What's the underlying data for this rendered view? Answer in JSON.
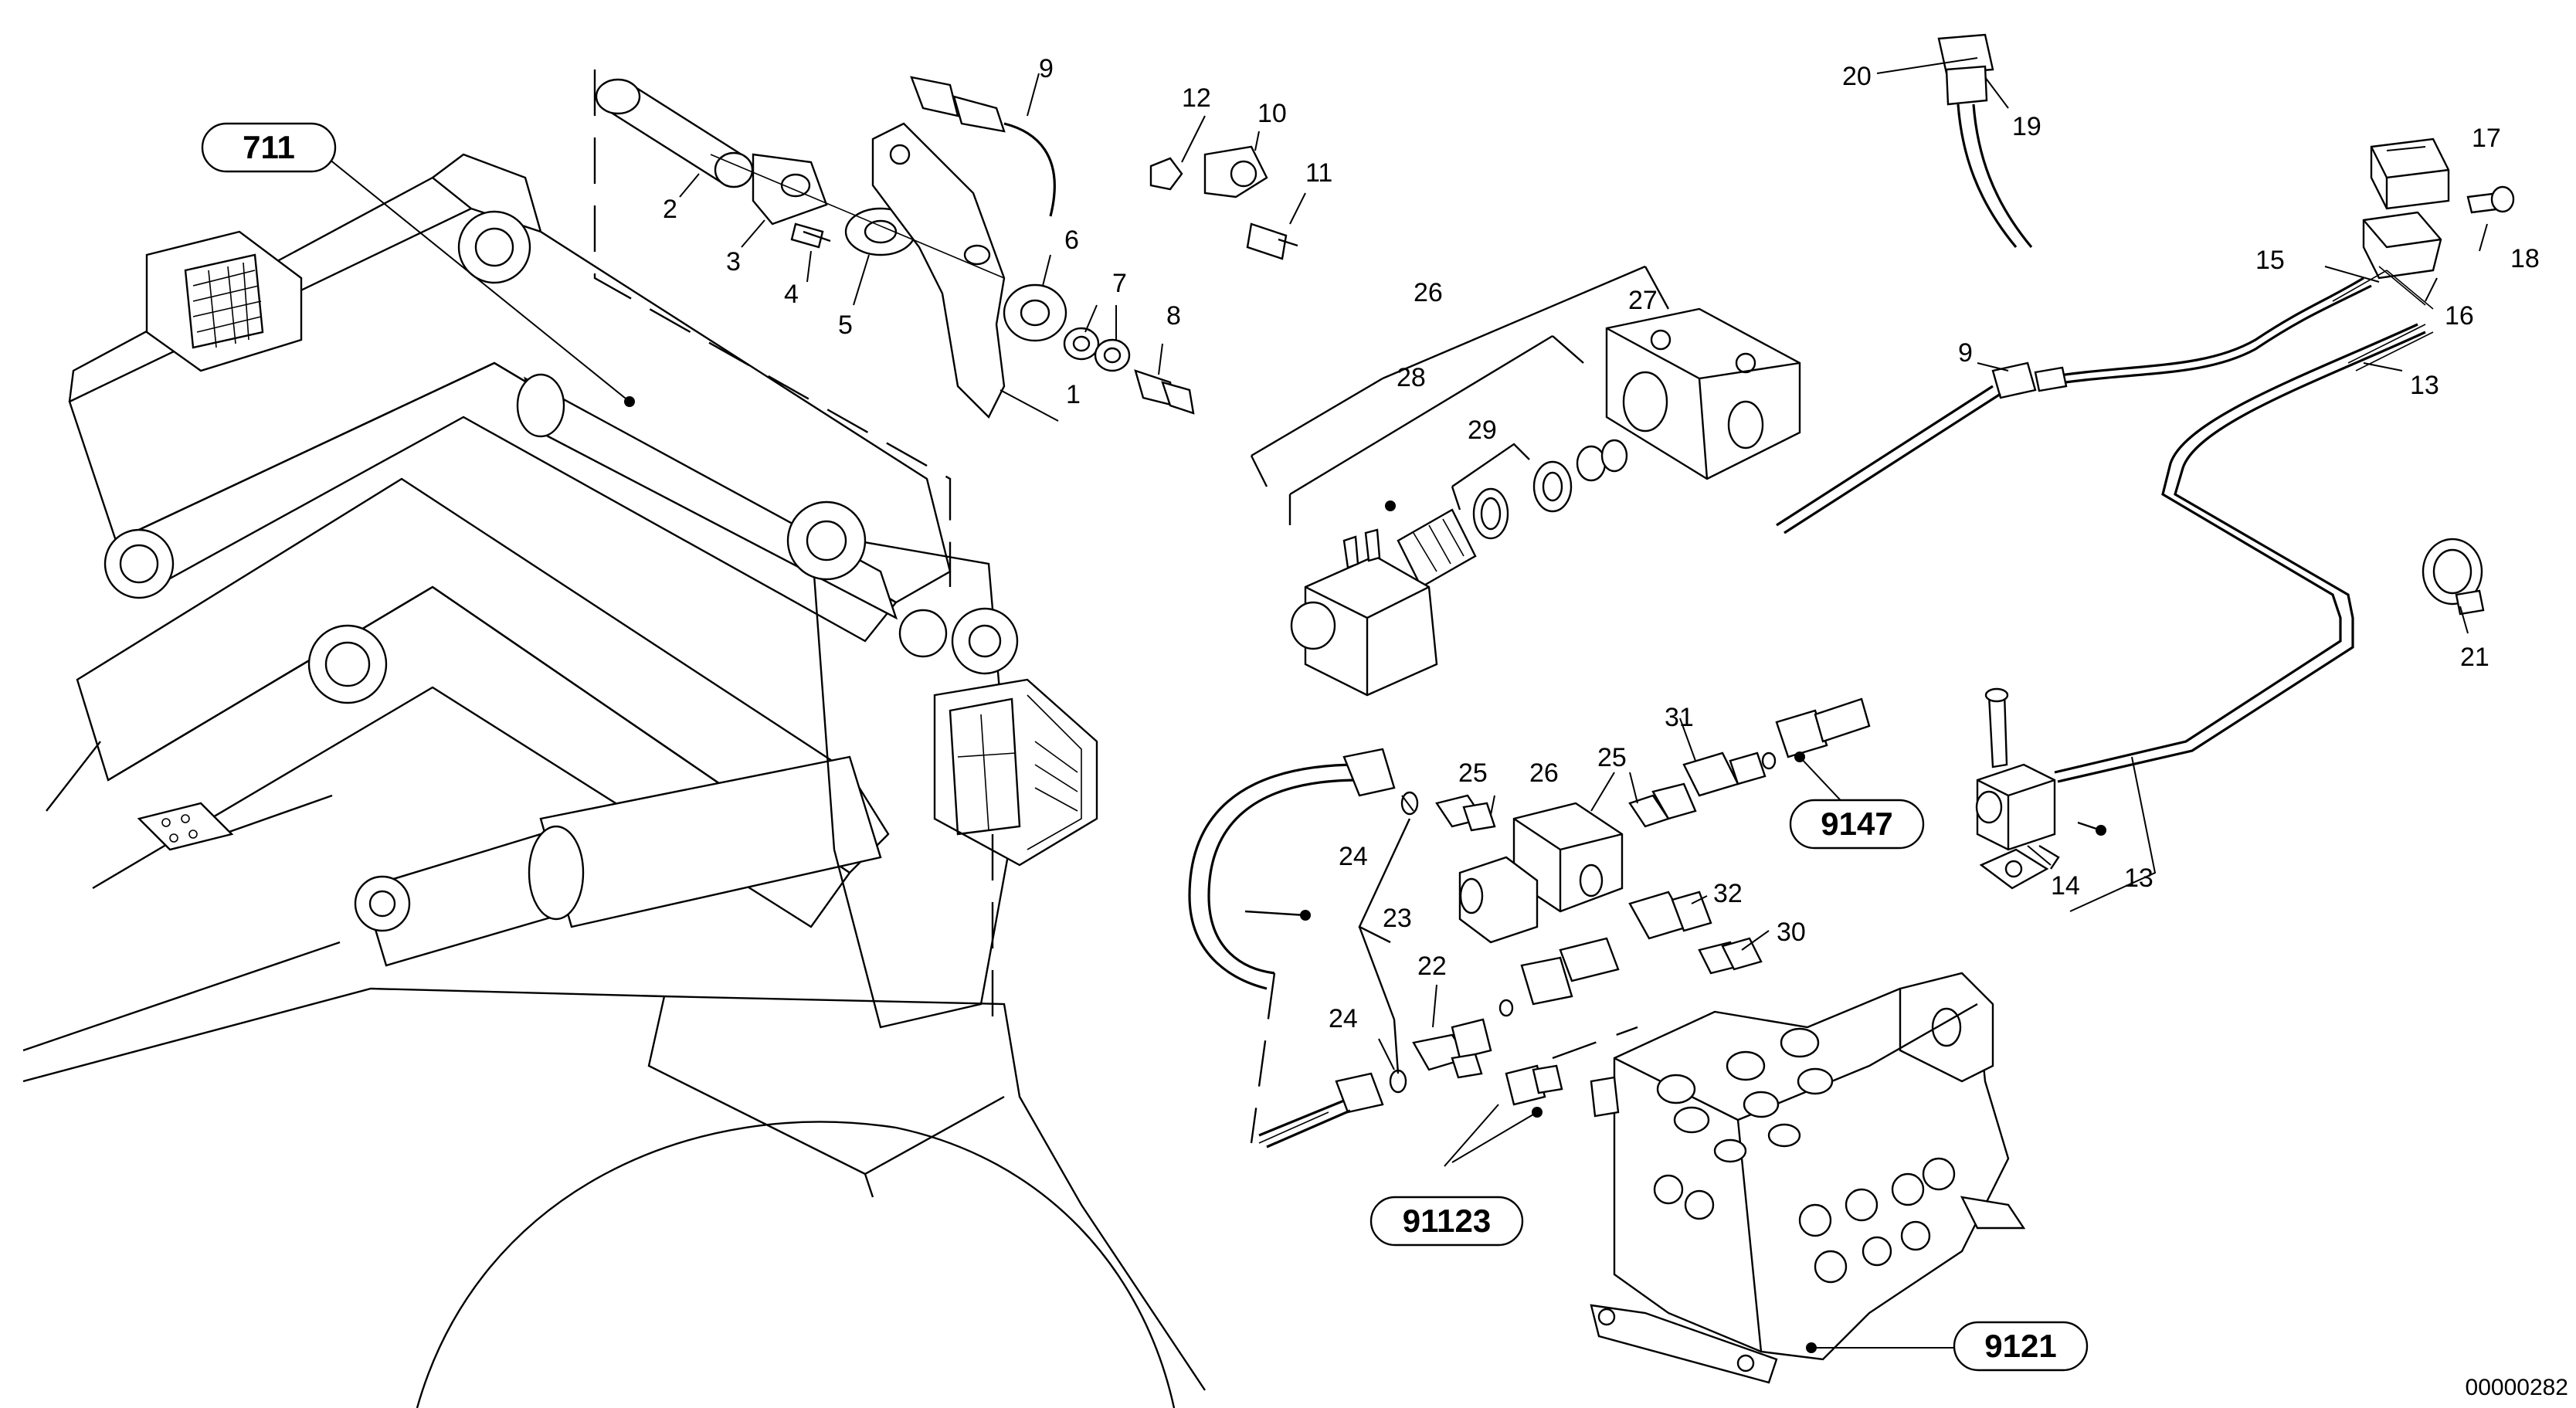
{
  "drawing_number": "00000282",
  "reference_labels": [
    "711",
    "9147",
    "91123",
    "9121"
  ],
  "part_numbers": [
    "1",
    "2",
    "3",
    "4",
    "5",
    "6",
    "7",
    "8",
    "9",
    "10",
    "11",
    "12",
    "13",
    "14",
    "15",
    "16",
    "17",
    "18",
    "19",
    "20",
    "21",
    "22",
    "23",
    "24",
    "25",
    "26",
    "27",
    "28",
    "29",
    "30",
    "31",
    "32"
  ],
  "callouts": [
    {
      "key": "p1",
      "text": "1"
    },
    {
      "key": "p2",
      "text": "2"
    },
    {
      "key": "p3",
      "text": "3"
    },
    {
      "key": "p4",
      "text": "4"
    },
    {
      "key": "p5",
      "text": "5"
    },
    {
      "key": "p6",
      "text": "6"
    },
    {
      "key": "p7",
      "text": "7"
    },
    {
      "key": "p8",
      "text": "8"
    },
    {
      "key": "p9a",
      "text": "9"
    },
    {
      "key": "p9b",
      "text": "9"
    },
    {
      "key": "p10",
      "text": "10"
    },
    {
      "key": "p11",
      "text": "11"
    },
    {
      "key": "p12",
      "text": "12"
    },
    {
      "key": "p13a",
      "text": "13"
    },
    {
      "key": "p13b",
      "text": "13"
    },
    {
      "key": "p14",
      "text": "14"
    },
    {
      "key": "p15",
      "text": "15"
    },
    {
      "key": "p16",
      "text": "16"
    },
    {
      "key": "p17",
      "text": "17"
    },
    {
      "key": "p18",
      "text": "18"
    },
    {
      "key": "p19",
      "text": "19"
    },
    {
      "key": "p20",
      "text": "20"
    },
    {
      "key": "p21",
      "text": "21"
    },
    {
      "key": "p22",
      "text": "22"
    },
    {
      "key": "p23",
      "text": "23"
    },
    {
      "key": "p24a",
      "text": "24"
    },
    {
      "key": "p24b",
      "text": "24"
    },
    {
      "key": "p25a",
      "text": "25"
    },
    {
      "key": "p25b",
      "text": "25"
    },
    {
      "key": "p26a",
      "text": "26"
    },
    {
      "key": "p26b",
      "text": "26"
    },
    {
      "key": "p27",
      "text": "27"
    },
    {
      "key": "p28",
      "text": "28"
    },
    {
      "key": "p29",
      "text": "29"
    },
    {
      "key": "p30",
      "text": "30"
    },
    {
      "key": "p31",
      "text": "31"
    },
    {
      "key": "p32",
      "text": "32"
    }
  ],
  "references": [
    {
      "key": "r711",
      "text": "711"
    },
    {
      "key": "r9147",
      "text": "9147"
    },
    {
      "key": "r91123",
      "text": "91123"
    },
    {
      "key": "r9121",
      "text": "9121"
    }
  ]
}
